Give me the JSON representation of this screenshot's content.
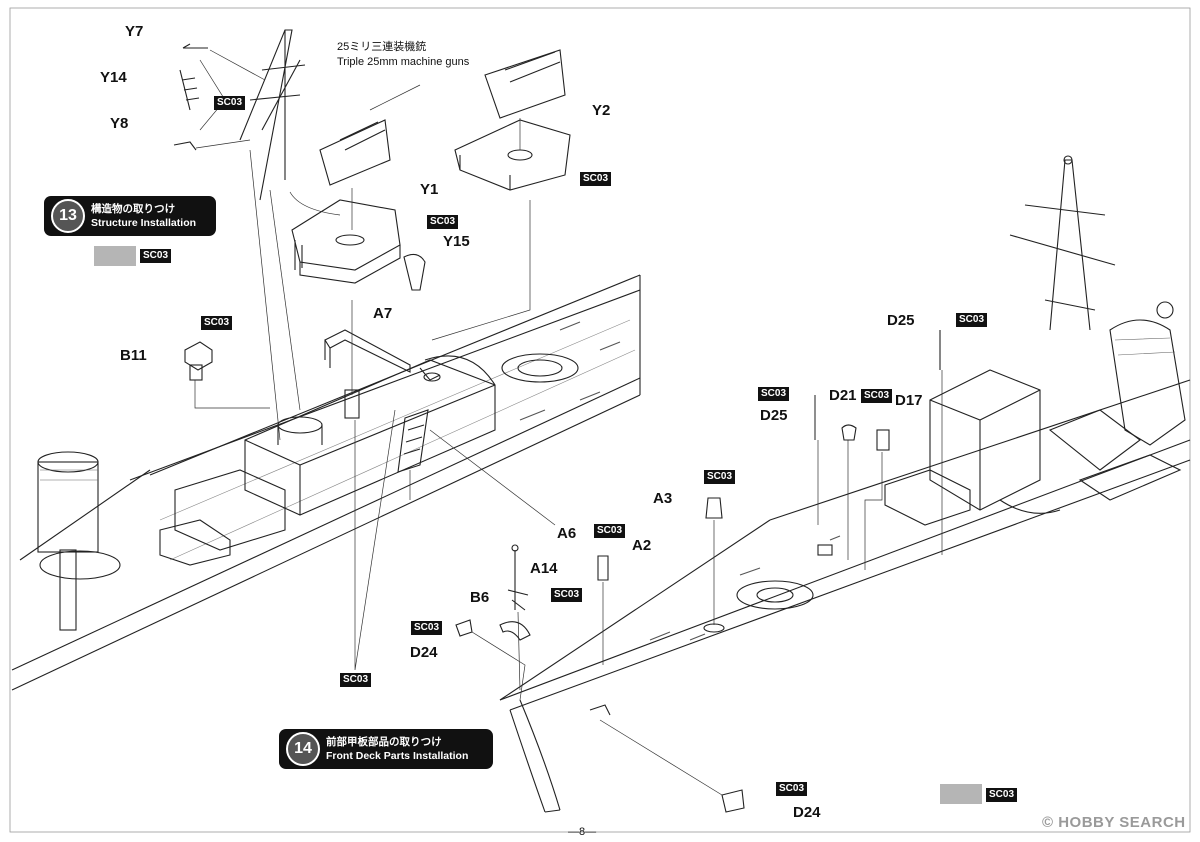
{
  "page_number": "—8—",
  "watermark": "© HOBBY SEARCH",
  "annotation": {
    "jp": "25ミリ三連装機銃",
    "en": "Triple 25mm machine guns"
  },
  "steps": [
    {
      "number": "13",
      "jp": "構造物の取りつけ",
      "en": "Structure Installation"
    },
    {
      "number": "14",
      "jp": "前部甲板部品の取りつけ",
      "en": "Front Deck Parts Installation"
    }
  ],
  "parts": {
    "y7": "Y7",
    "y14": "Y14",
    "y8": "Y8",
    "y1": "Y1",
    "y2": "Y2",
    "y15": "Y15",
    "a7": "A7",
    "b11": "B11",
    "a6": "A6",
    "d25a": "D25",
    "d25b": "D25",
    "d21": "D21",
    "d17": "D17",
    "a3": "A3",
    "a2": "A2",
    "a14": "A14",
    "b6": "B6",
    "d24a": "D24",
    "d24b": "D24"
  },
  "paint_code": "SC03",
  "colors": {
    "paint_swatch": "#b5b5b5",
    "ink": "#111111"
  }
}
